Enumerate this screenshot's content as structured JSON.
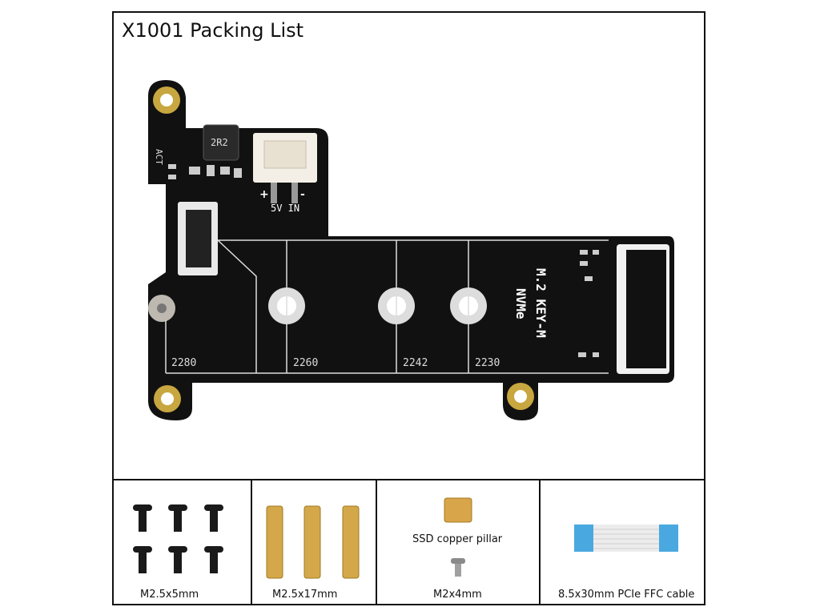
{
  "title": "X1001 Packing List",
  "board": {
    "silk_act": "ACT",
    "silk_inductor": "2R2",
    "silk_plus": "+",
    "silk_minus": "-",
    "silk_5vin": "5V IN",
    "silk_m2key": "M.2 KEY-M",
    "silk_nvme": "NVMe",
    "silk_2280": "2280",
    "silk_2260": "2260",
    "silk_2242": "2242",
    "silk_2230": "2230",
    "pcb_color": "#111111",
    "mount_color": "#c8a640"
  },
  "items": [
    {
      "label": "M2.5x5mm"
    },
    {
      "label": "M2.5x17mm"
    },
    {
      "label": "SSD copper pillar",
      "label2": "M2x4mm"
    },
    {
      "label": "8.5x30mm PCIe FFC cable"
    }
  ]
}
